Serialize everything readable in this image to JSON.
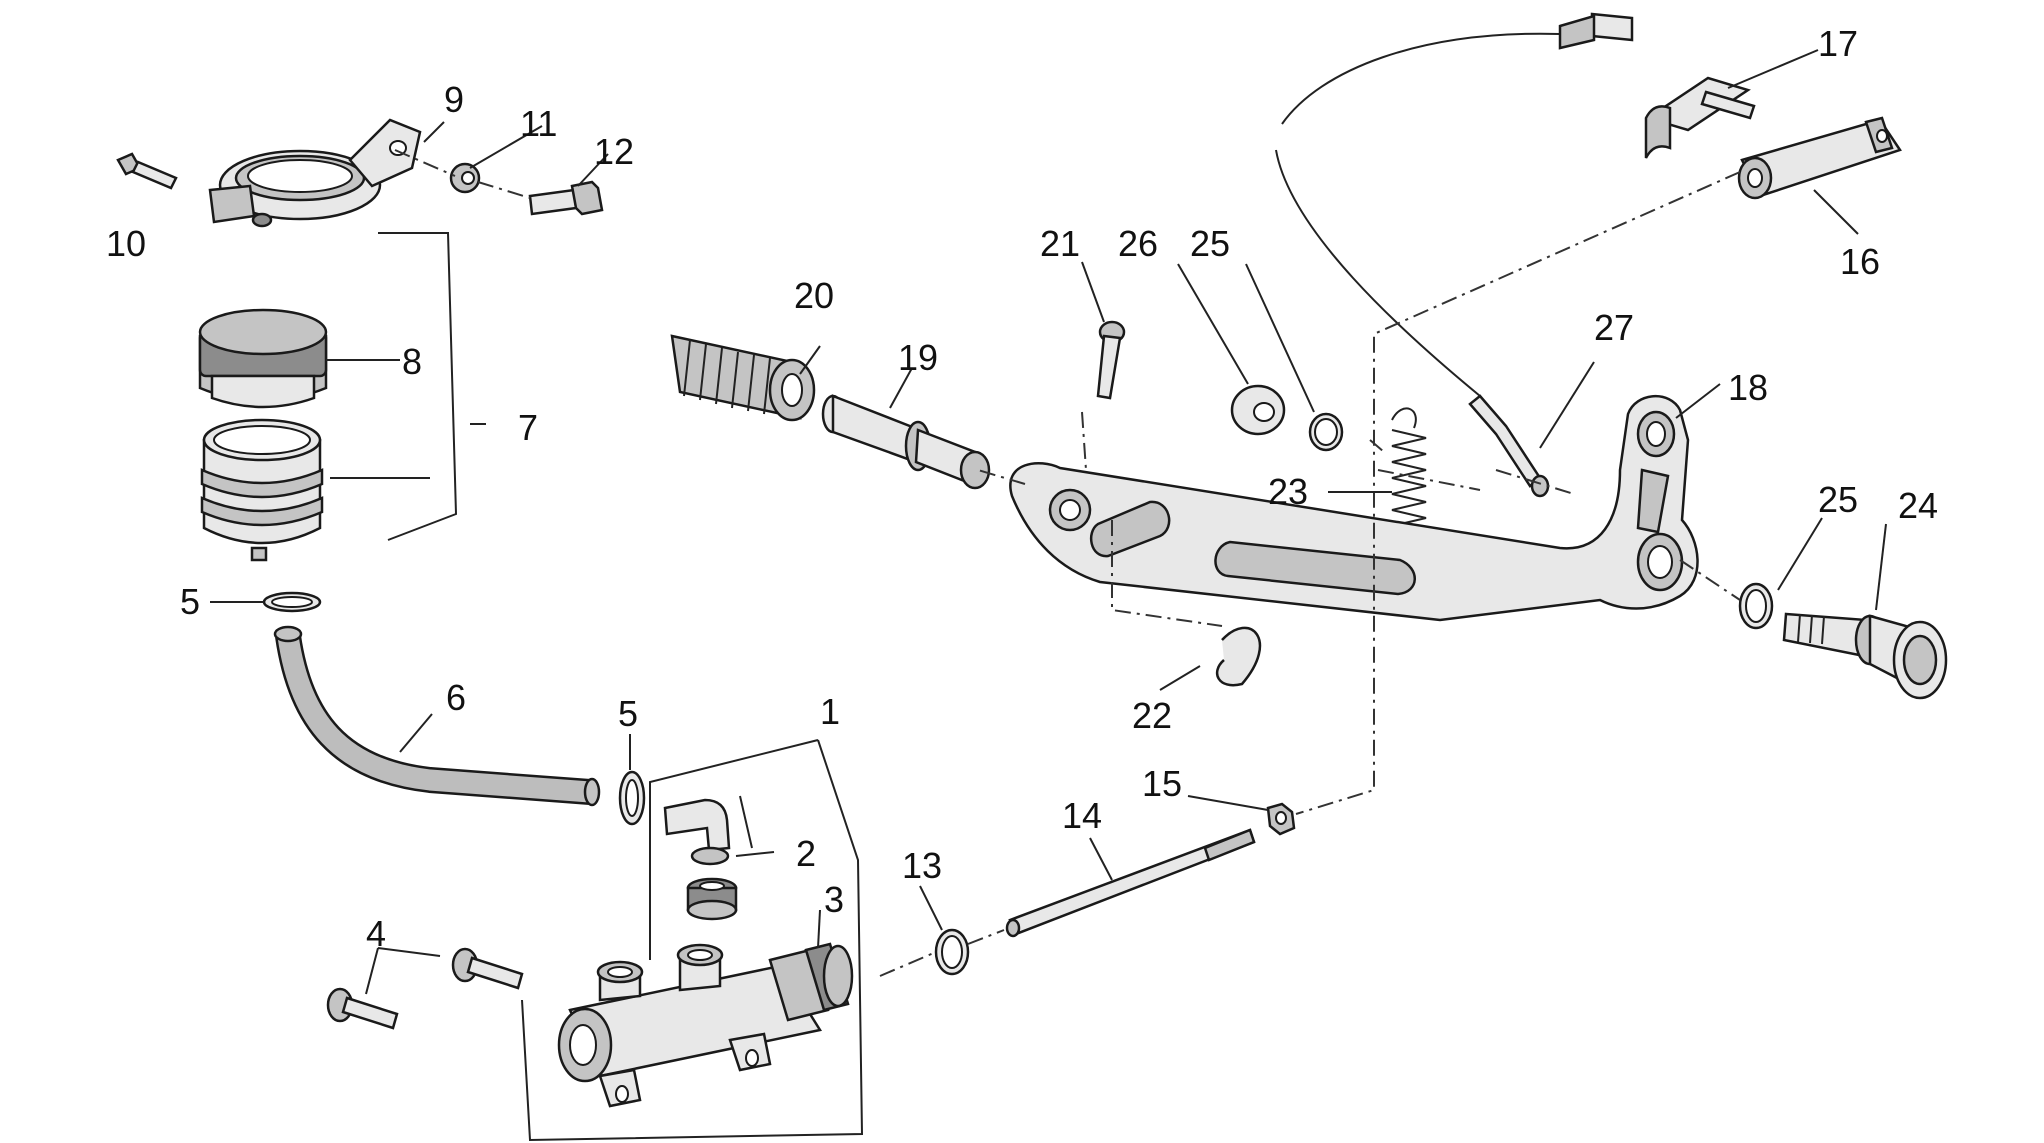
{
  "diagram": {
    "callouts": [
      {
        "id": "1",
        "text": "1"
      },
      {
        "id": "2",
        "text": "2"
      },
      {
        "id": "3",
        "text": "3"
      },
      {
        "id": "4",
        "text": "4"
      },
      {
        "id": "5a",
        "text": "5"
      },
      {
        "id": "5b",
        "text": "5"
      },
      {
        "id": "6",
        "text": "6"
      },
      {
        "id": "7",
        "text": "7"
      },
      {
        "id": "8",
        "text": "8"
      },
      {
        "id": "9",
        "text": "9"
      },
      {
        "id": "10",
        "text": "10"
      },
      {
        "id": "11",
        "text": "11"
      },
      {
        "id": "12",
        "text": "12"
      },
      {
        "id": "13",
        "text": "13"
      },
      {
        "id": "14",
        "text": "14"
      },
      {
        "id": "15",
        "text": "15"
      },
      {
        "id": "16",
        "text": "16"
      },
      {
        "id": "17",
        "text": "17"
      },
      {
        "id": "18",
        "text": "18"
      },
      {
        "id": "19",
        "text": "19"
      },
      {
        "id": "20",
        "text": "20"
      },
      {
        "id": "21",
        "text": "21"
      },
      {
        "id": "22",
        "text": "22"
      },
      {
        "id": "23",
        "text": "23"
      },
      {
        "id": "24",
        "text": "24"
      },
      {
        "id": "25a",
        "text": "25"
      },
      {
        "id": "25b",
        "text": "25"
      },
      {
        "id": "26",
        "text": "26"
      },
      {
        "id": "27",
        "text": "27"
      }
    ]
  }
}
